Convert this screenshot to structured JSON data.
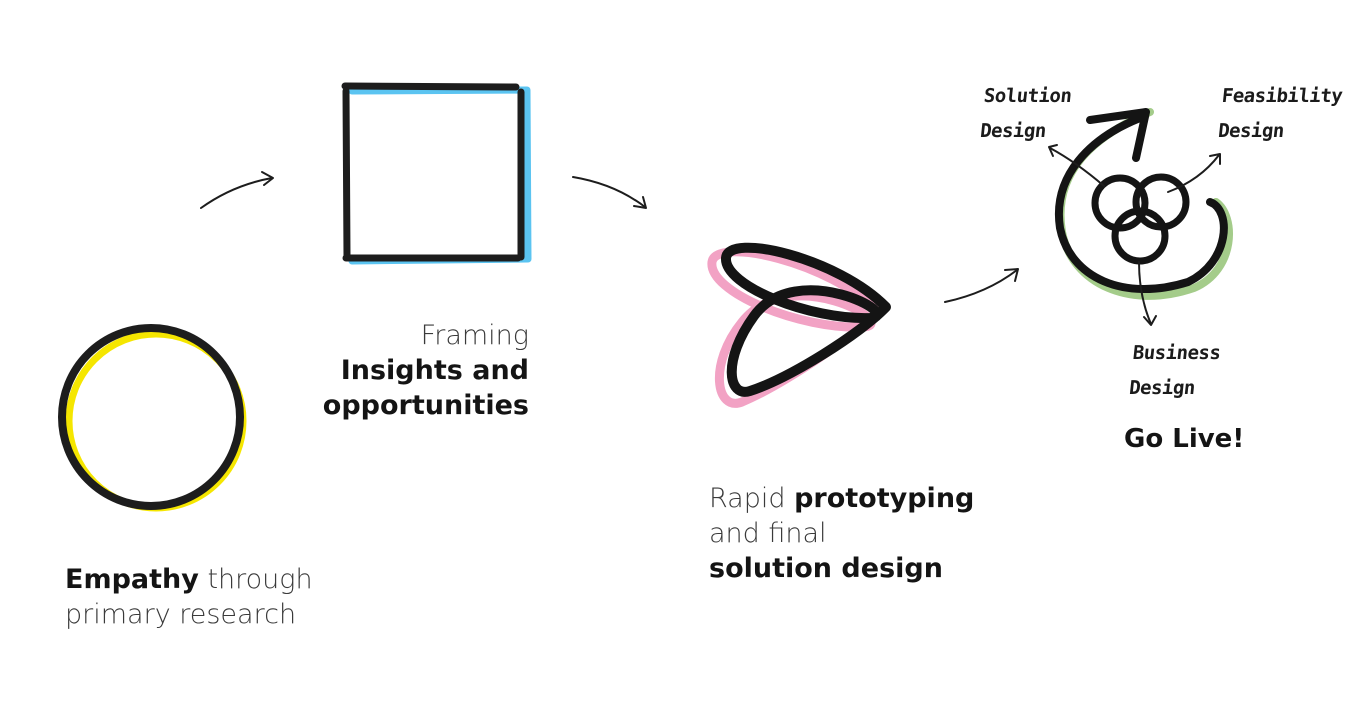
{
  "stages": [
    {
      "id": "empathy",
      "icon": "circle-icon",
      "accent_color": "#f5e600",
      "lines": [
        [
          {
            "text": "Empathy",
            "bold": true
          },
          {
            "text": " through",
            "bold": false
          }
        ],
        [
          {
            "text": "primary research",
            "bold": false
          }
        ]
      ]
    },
    {
      "id": "framing",
      "icon": "square-icon",
      "accent_color": "#5bc4f1",
      "lines": [
        [
          {
            "text": "Framing",
            "bold": false
          }
        ],
        [
          {
            "text": "Insights and",
            "bold": true
          }
        ],
        [
          {
            "text": "opportunities",
            "bold": true
          }
        ]
      ]
    },
    {
      "id": "prototyping",
      "icon": "loop-icon",
      "accent_color": "#f2a2c4",
      "lines": [
        [
          {
            "text": "Rapid ",
            "bold": false
          },
          {
            "text": "prototyping",
            "bold": true
          }
        ],
        [
          {
            "text": "and final",
            "bold": false
          }
        ],
        [
          {
            "text": "solution design",
            "bold": true
          }
        ]
      ]
    },
    {
      "id": "go-live",
      "icon": "spiral-venn-icon",
      "accent_color": "#a4cc8a",
      "title": "Go Live!",
      "labels": {
        "solution": [
          "Solution",
          "Design"
        ],
        "feasibility": [
          "Feasibility",
          "Design"
        ],
        "business": [
          "Business",
          "Design"
        ]
      }
    }
  ],
  "colors": {
    "stroke": "#1d1d1d",
    "text": "#1e1e1e"
  }
}
